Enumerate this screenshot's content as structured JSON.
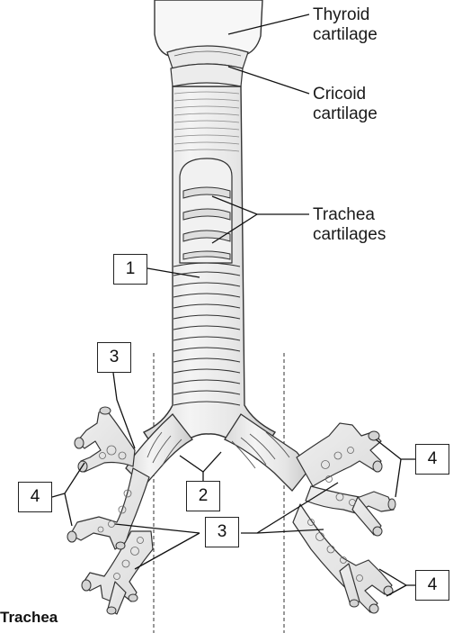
{
  "labels": {
    "thyroid_line1": "Thyroid",
    "thyroid_line2": "cartilage",
    "cricoid_line1": "Cricoid",
    "cricoid_line2": "cartilage",
    "trachea_cart_line1": "Trachea",
    "trachea_cart_line2": "cartilages"
  },
  "callouts": {
    "box_1": "1",
    "box_2": "2",
    "box_3_upper_left": "3",
    "box_3_bottom": "3",
    "box_4_left": "4",
    "box_4_right_upper": "4",
    "box_4_right_lower": "4"
  },
  "caption": "Trachea"
}
